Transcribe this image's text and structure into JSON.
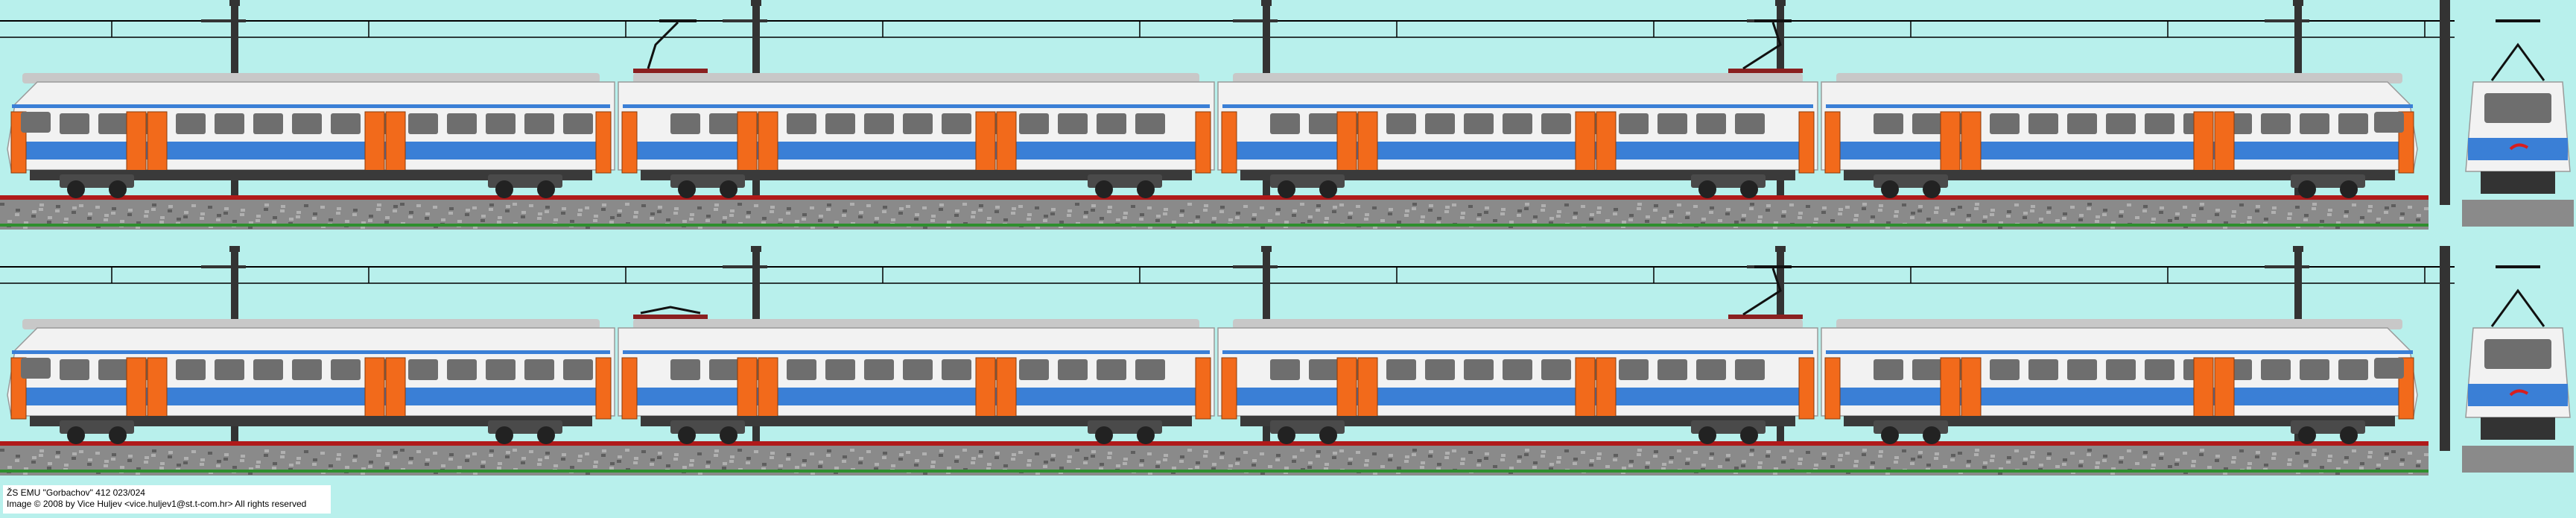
{
  "caption": {
    "line1": "ŽS  EMU \"Gorbachov\" 412 023/024",
    "line2": "Image © 2008 by Vice Huljev <vice.huljev1@st.t-com.hr>   All rights reserved"
  },
  "trains": [
    {
      "name": "upper-train-set",
      "pantographs": [
        {
          "car": 1,
          "state": "raised",
          "facing": "left"
        },
        {
          "car": 2,
          "state": "raised",
          "facing": "right"
        }
      ]
    },
    {
      "name": "lower-train-set",
      "pantographs": [
        {
          "car": 1,
          "state": "lowered",
          "facing": "left"
        },
        {
          "car": 2,
          "state": "raised",
          "facing": "right"
        }
      ]
    }
  ],
  "colors": {
    "sky": "#b8f0ec",
    "body_white": "#f2f2f2",
    "roof_grey": "#c8c8c8",
    "livery_blue": "#3a7fd6",
    "door_orange": "#f26a1b",
    "window_grey": "#6e6e6e",
    "undercarriage": "#3a3a3a",
    "ballast": "#8a8a8a",
    "rail_red": "#b01a1a",
    "wire": "#000000",
    "mast": "#333333",
    "logo_red": "#d81e1e"
  },
  "icons": [
    "pantograph-icon",
    "catenary-mast-icon",
    "railway-logo-icon"
  ]
}
